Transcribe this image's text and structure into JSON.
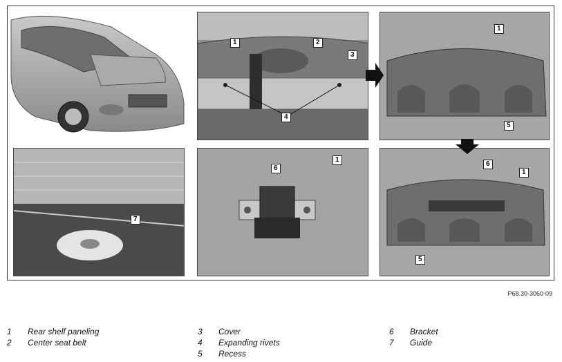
{
  "figure_ref": "P68.30-3060-09",
  "callouts": {
    "p2": [
      "1",
      "2",
      "3",
      "4"
    ],
    "p3": [
      "1",
      "5"
    ],
    "p4": [
      "7"
    ],
    "p5": [
      "6",
      "1"
    ],
    "p6": [
      "6",
      "1",
      "5"
    ]
  },
  "legend": {
    "col1": [
      {
        "num": "1",
        "label": "Rear shelf paneling"
      },
      {
        "num": "2",
        "label": "Center seat belt"
      }
    ],
    "col2": [
      {
        "num": "3",
        "label": "Cover"
      },
      {
        "num": "4",
        "label": "Expanding rivets"
      },
      {
        "num": "5",
        "label": "Recess"
      }
    ],
    "col3": [
      {
        "num": "6",
        "label": "Bracket"
      },
      {
        "num": "7",
        "label": "Guide"
      }
    ]
  }
}
